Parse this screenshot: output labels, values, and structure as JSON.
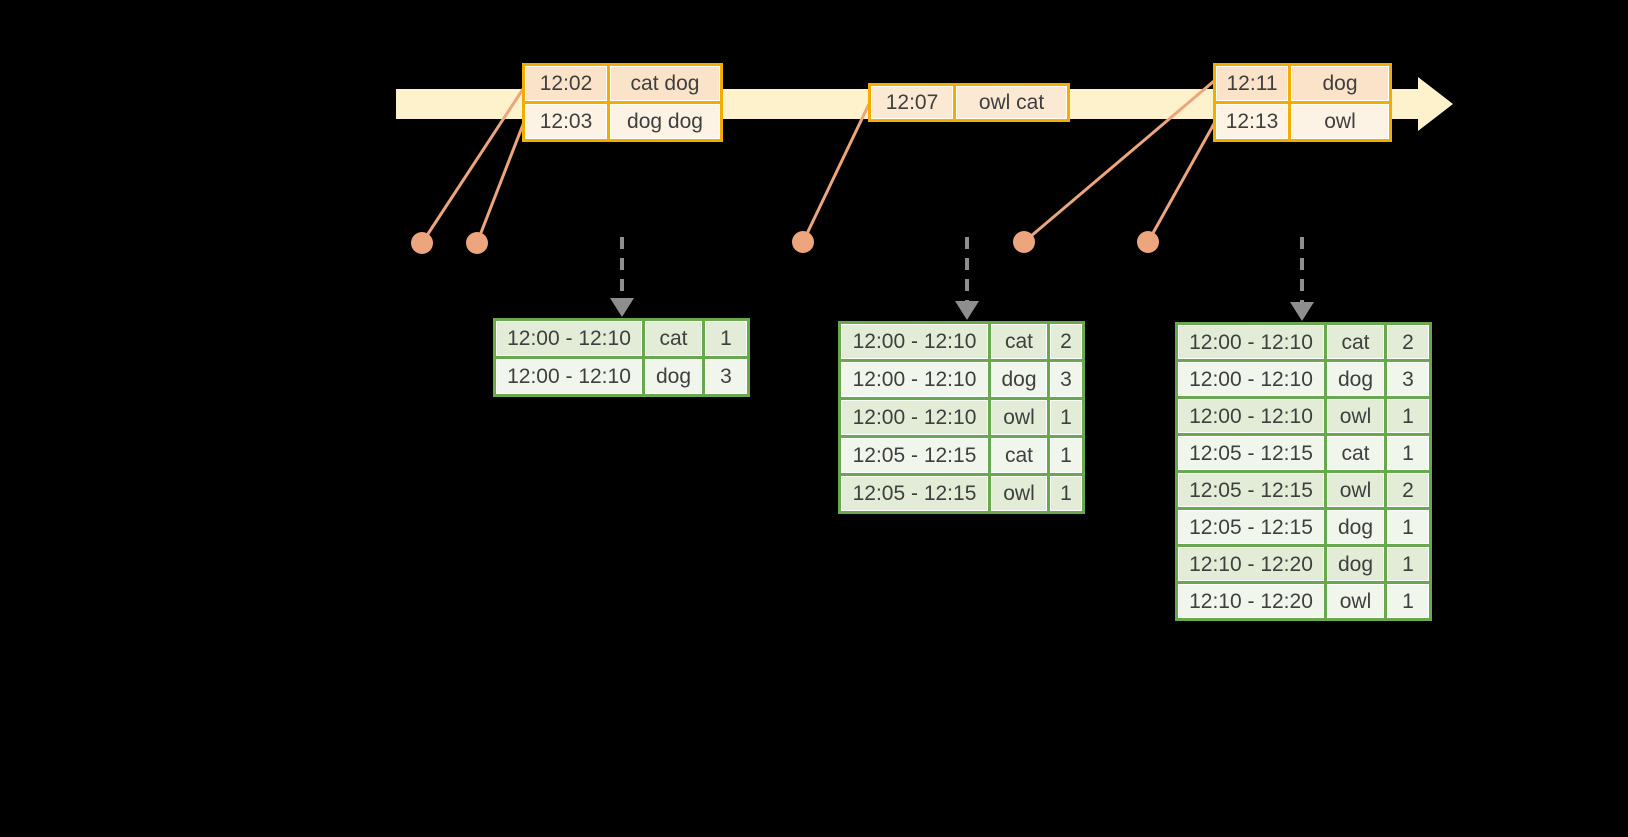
{
  "diagram": {
    "background": "#000000",
    "colors": {
      "timeline_band": "#fdf2cc",
      "input_table_frame": "#f3ac00",
      "input_row_peach": "#fae3c8",
      "input_row_cream": "#fdf3e4",
      "event_dot": "#eda57d",
      "dashed_arrow_gray": "#8e8e8e",
      "result_table_frame": "#6aa84f",
      "result_row_dark": "#e2ecd7",
      "result_row_light": "#f1f6ec",
      "table_text": "#3f3f3f"
    },
    "input_tables": [
      {
        "rows": [
          {
            "time": "12:02",
            "words": "cat dog"
          },
          {
            "time": "12:03",
            "words": "dog dog"
          }
        ]
      },
      {
        "rows": [
          {
            "time": "12:07",
            "words": "owl cat"
          }
        ]
      },
      {
        "rows": [
          {
            "time": "12:11",
            "words": "dog"
          },
          {
            "time": "12:13",
            "words": "owl"
          }
        ]
      }
    ],
    "result_tables": [
      {
        "rows": [
          {
            "window": "12:00 - 12:10",
            "word": "cat",
            "count": 1
          },
          {
            "window": "12:00 - 12:10",
            "word": "dog",
            "count": 3
          }
        ]
      },
      {
        "rows": [
          {
            "window": "12:00 - 12:10",
            "word": "cat",
            "count": 2
          },
          {
            "window": "12:00 - 12:10",
            "word": "dog",
            "count": 3
          },
          {
            "window": "12:00 - 12:10",
            "word": "owl",
            "count": 1
          },
          {
            "window": "12:05 - 12:15",
            "word": "cat",
            "count": 1
          },
          {
            "window": "12:05 - 12:15",
            "word": "owl",
            "count": 1
          }
        ]
      },
      {
        "rows": [
          {
            "window": "12:00 - 12:10",
            "word": "cat",
            "count": 2
          },
          {
            "window": "12:00 - 12:10",
            "word": "dog",
            "count": 3
          },
          {
            "window": "12:00 - 12:10",
            "word": "owl",
            "count": 1
          },
          {
            "window": "12:05 - 12:15",
            "word": "cat",
            "count": 1
          },
          {
            "window": "12:05 - 12:15",
            "word": "owl",
            "count": 2
          },
          {
            "window": "12:05 - 12:15",
            "word": "dog",
            "count": 1
          },
          {
            "window": "12:10 - 12:20",
            "word": "dog",
            "count": 1
          },
          {
            "window": "12:10 - 12:20",
            "word": "owl",
            "count": 1
          }
        ]
      }
    ]
  }
}
